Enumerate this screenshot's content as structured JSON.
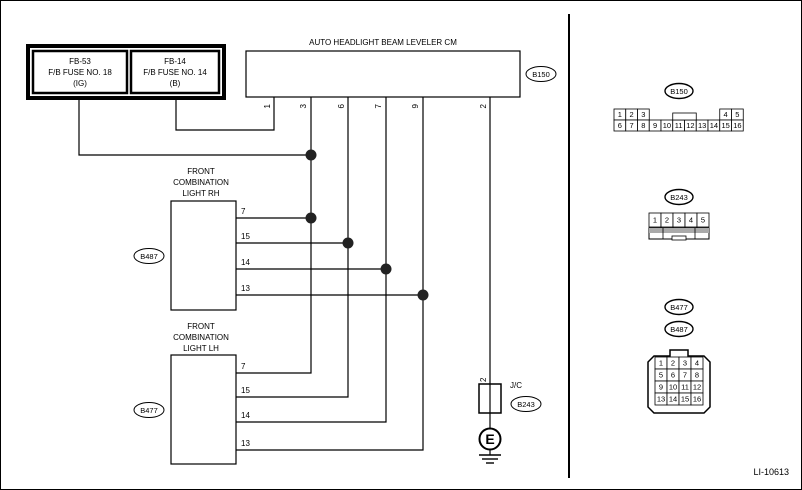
{
  "title": "AUTO HEADLIGHT BEAM LEVELER CM",
  "fuses": [
    {
      "code": "FB-53",
      "name": "F/B FUSE NO. 18",
      "type": "(IG)"
    },
    {
      "code": "FB-14",
      "name": "F/B FUSE NO. 14",
      "type": "(B)"
    }
  ],
  "module": {
    "connector": "B150",
    "pins": [
      "1",
      "3",
      "6",
      "7",
      "9",
      "2"
    ]
  },
  "light_rh": {
    "title_lines": [
      "FRONT",
      "COMBINATION",
      "LIGHT RH"
    ],
    "connector": "B487",
    "pins": [
      "7",
      "15",
      "14",
      "13"
    ]
  },
  "light_lh": {
    "title_lines": [
      "FRONT",
      "COMBINATION",
      "LIGHT LH"
    ],
    "connector": "B477",
    "pins": [
      "7",
      "15",
      "14",
      "13"
    ]
  },
  "jc": {
    "label": "J/C",
    "pin": "2",
    "connector": "B243",
    "ground_symbol": "E"
  },
  "connectors": {
    "b150": {
      "label": "B150",
      "top_left": [
        "1",
        "2",
        "3"
      ],
      "top_right": [
        "4",
        "5"
      ],
      "bottom": [
        "6",
        "7",
        "8",
        "9",
        "10",
        "11",
        "12",
        "13",
        "14",
        "15",
        "16"
      ]
    },
    "b243": {
      "label": "B243",
      "cells": [
        "1",
        "2",
        "3",
        "4",
        "5"
      ]
    },
    "b477_b487": {
      "labels": [
        "B477",
        "B487"
      ],
      "rows": [
        [
          "1",
          "2",
          "3",
          "4"
        ],
        [
          "5",
          "6",
          "7",
          "8"
        ],
        [
          "9",
          "10",
          "11",
          "12"
        ],
        [
          "13",
          "14",
          "15",
          "16"
        ]
      ]
    }
  },
  "diagram_id": "LI-10613"
}
